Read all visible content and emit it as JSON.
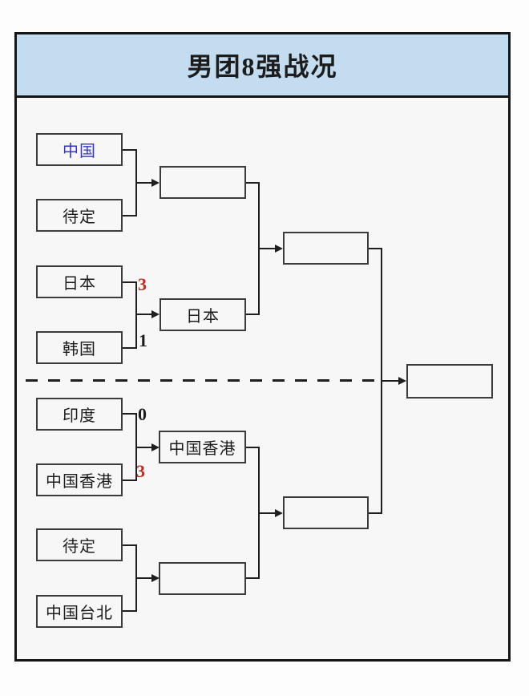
{
  "title": "男团8强战况",
  "colors": {
    "page_bg": "#fdfdfd",
    "canvas_bg": "#f7f7f7",
    "header_bg": "#c3dcf0",
    "frame_border": "#151515",
    "box_border": "#3c3c3c",
    "line_color": "#1f1f1f",
    "text_color": "#1c1c1c",
    "china_text": "#3434c8",
    "win_score": "#c5281c"
  },
  "bracket": {
    "quarterfinals": [
      {
        "top": {
          "name": "中国",
          "score": ""
        },
        "bottom": {
          "name": "待定",
          "score": ""
        },
        "winner": ""
      },
      {
        "top": {
          "name": "日本",
          "score": "3"
        },
        "bottom": {
          "name": "韩国",
          "score": "1"
        },
        "winner": "日本"
      },
      {
        "top": {
          "name": "印度",
          "score": "0"
        },
        "bottom": {
          "name": "中国香港",
          "score": "3"
        },
        "winner": "中国香港"
      },
      {
        "top": {
          "name": "待定",
          "score": ""
        },
        "bottom": {
          "name": "中国台北",
          "score": ""
        },
        "winner": ""
      }
    ],
    "semifinals": [
      {
        "winner": ""
      },
      {
        "winner": ""
      }
    ],
    "final": {
      "winner": ""
    }
  }
}
